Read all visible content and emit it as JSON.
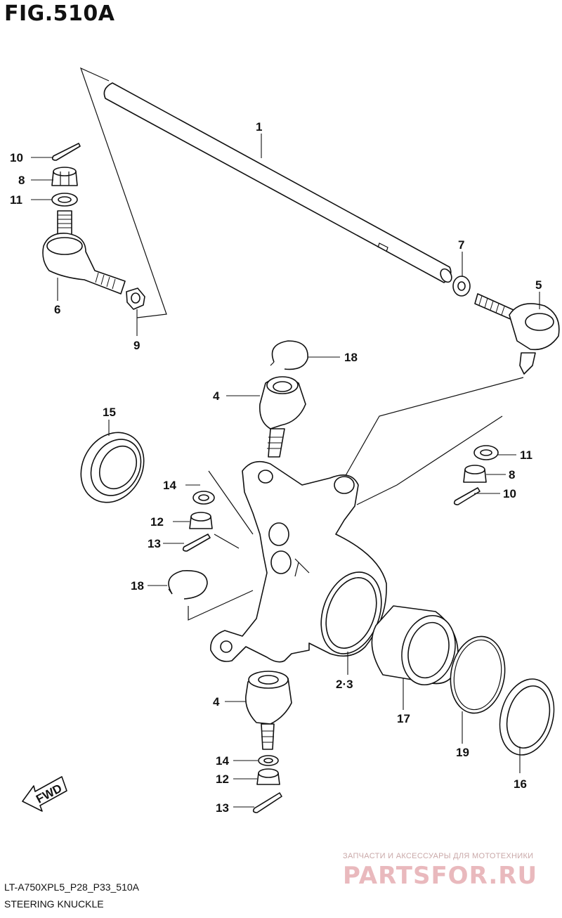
{
  "figure": {
    "title": "FIG.510A",
    "code": "LT-A750XPL5_P28_P33_510A",
    "caption": "STEERING KNUCKLE"
  },
  "direction_mark": "FWD",
  "callouts": {
    "c1": "1",
    "c23": "2·3",
    "c4a": "4",
    "c4b": "4",
    "c5": "5",
    "c6": "6",
    "c7": "7",
    "c8a": "8",
    "c8b": "8",
    "c9": "9",
    "c10a": "10",
    "c10b": "10",
    "c11a": "11",
    "c11b": "11",
    "c12a": "12",
    "c12b": "12",
    "c13a": "13",
    "c13b": "13",
    "c14a": "14",
    "c14b": "14",
    "c15": "15",
    "c16": "16",
    "c17": "17",
    "c18a": "18",
    "c18b": "18",
    "c19": "19"
  },
  "watermark": {
    "text": "ЗАПЧАСТИ И АКСЕССУАРЫ ДЛЯ МОТОТЕХНИКИ",
    "logo": "PARTSFOR.RU"
  }
}
